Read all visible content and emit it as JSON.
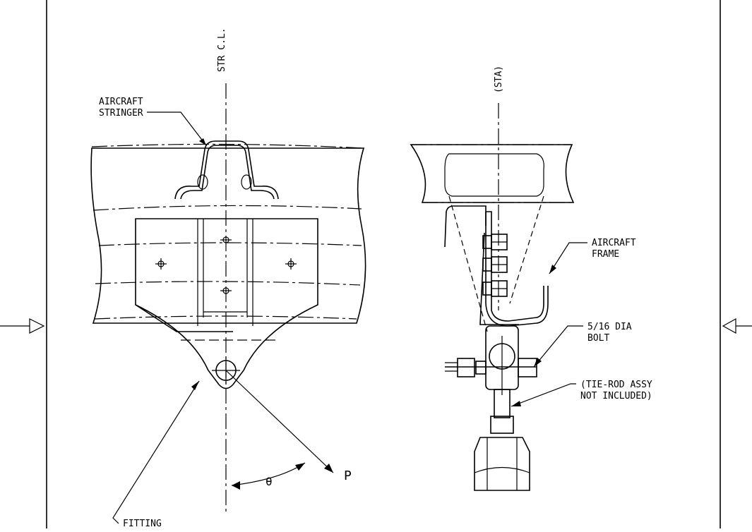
{
  "labels": {
    "str_cl": "STR C.L.",
    "sta": "(STA)",
    "aircraft_stringer_1": "AIRCRAFT",
    "aircraft_stringer_2": "STRINGER",
    "aircraft_frame_1": "AIRCRAFT",
    "aircraft_frame_2": "FRAME",
    "bolt_1": "5/16 DIA",
    "bolt_2": "BOLT",
    "tie_rod_1": "(TIE-ROD ASSY",
    "tie_rod_2": "NOT INCLUDED)",
    "theta": "θ",
    "load": "P",
    "fitting": "FITTING"
  }
}
